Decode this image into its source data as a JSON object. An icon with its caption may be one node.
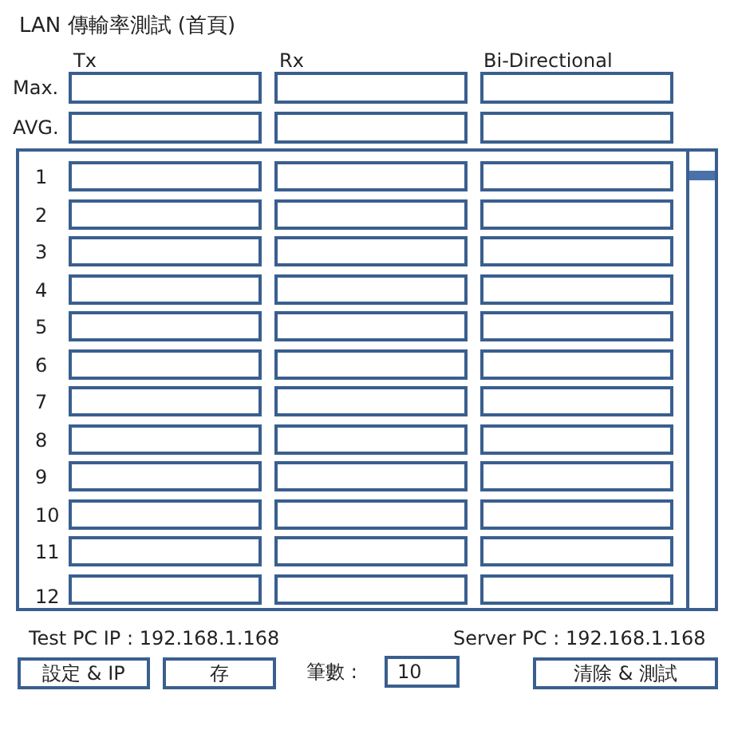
{
  "diagram": {
    "title": "LAN 傳輸率測試 (首頁)",
    "nodes": [
      {
        "text": [],
        "shape": "box"
      },
      {
        "text": [],
        "shape": "box"
      },
      {
        "text": [],
        "shape": "box"
      },
      {
        "text": [],
        "shape": "box"
      },
      {
        "text": [],
        "shape": "box"
      },
      {
        "text": [],
        "shape": "box"
      },
      {
        "text": [],
        "shape": "box"
      },
      {
        "text": [],
        "shape": "box",
        "in": 6
      },
      {
        "text": [],
        "shape": "box",
        "in": 6
      },
      {
        "text": [],
        "shape": "box",
        "in": 6
      },
      {
        "text": [],
        "shape": "box",
        "in": 6
      },
      {
        "text": [],
        "shape": "box",
        "in": 6
      },
      {
        "text": [],
        "shape": "box",
        "in": 6
      },
      {
        "text": [],
        "shape": "box",
        "in": 6
      },
      {
        "text": [],
        "shape": "box",
        "in": 6
      },
      {
        "text": [],
        "shape": "box",
        "in": 6
      },
      {
        "text": [],
        "shape": "box",
        "in": 6
      },
      {
        "text": [],
        "shape": "box",
        "in": 6
      },
      {
        "text": [],
        "shape": "box",
        "in": 6
      },
      {
        "text": [],
        "shape": "box",
        "in": 6
      },
      {
        "text": [],
        "shape": "box",
        "in": 6
      },
      {
        "text": [],
        "shape": "box",
        "in": 6
      },
      {
        "text": [],
        "shape": "box",
        "in": 6
      },
      {
        "text": [],
        "shape": "box",
        "in": 6
      },
      {
        "text": [],
        "shape": "box",
        "in": 6
      },
      {
        "text": [],
        "shape": "box",
        "in": 6
      },
      {
        "text": [],
        "shape": "box",
        "in": 6
      },
      {
        "text": [],
        "shape": "box",
        "in": 6
      },
      {
        "text": [],
        "shape": "box",
        "in": 6
      },
      {
        "text": [],
        "shape": "box",
        "in": 6
      },
      {
        "text": [],
        "shape": "box",
        "in": 6
      },
      {
        "text": [],
        "shape": "box",
        "in": 6
      },
      {
        "text": [],
        "shape": "box",
        "in": 6
      },
      {
        "text": [],
        "shape": "box",
        "in": 6
      },
      {
        "text": [],
        "shape": "box",
        "in": 6
      },
      {
        "text": [],
        "shape": "box",
        "in": 6
      },
      {
        "text": [],
        "shape": "box",
        "in": 6
      },
      {
        "text": [],
        "shape": "box",
        "in": 6
      },
      {
        "text": [],
        "shape": "box",
        "in": 6
      },
      {
        "text": [],
        "shape": "box",
        "in": 6
      },
      {
        "text": [],
        "shape": "box",
        "in": 6
      },
      {
        "text": [],
        "shape": "box",
        "in": 6
      },
      {
        "text": [],
        "shape": "box",
        "in": 6
      },
      {
        "text": [
          "設定 & IP"
        ]
      },
      {
        "text": [
          "存"
        ]
      },
      {
        "text": [
          "10"
        ]
      },
      {
        "text": [
          "清除 & 測試"
        ]
      }
    ],
    "labels": [
      "Tx",
      "Rx",
      "Bi-Directional",
      "Max.",
      "AVG.",
      "1",
      "2",
      "3",
      "4",
      "5",
      "6",
      "7",
      "8",
      "9",
      "10",
      "11",
      "12",
      "Test PC IP : 192.168.1.168",
      "Server PC : 192.168.1.168",
      "筆數 :"
    ]
  }
}
